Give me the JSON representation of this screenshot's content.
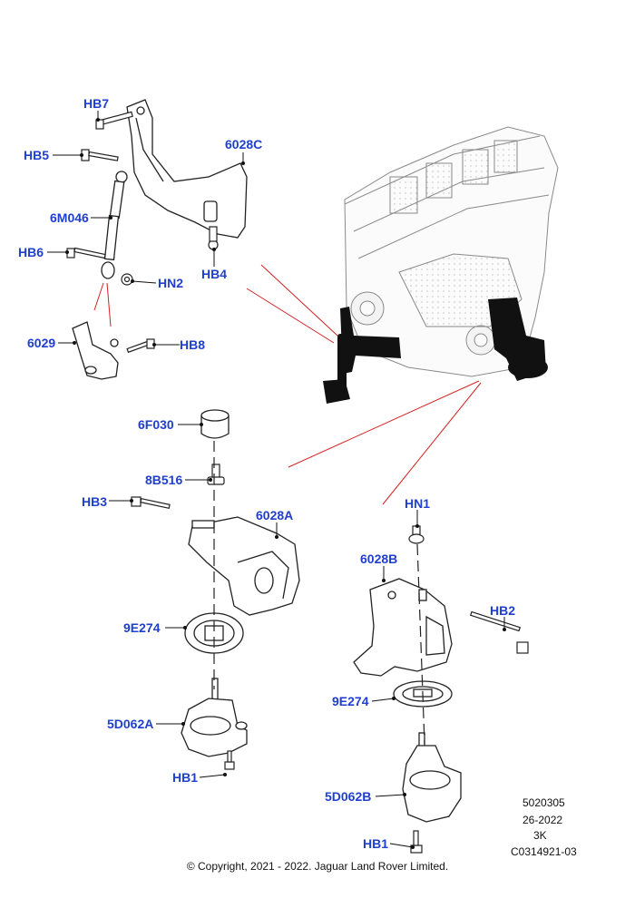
{
  "callouts": {
    "hb7": "HB7",
    "hb5": "HB5",
    "c6028c": "6028C",
    "c6m046": "6M046",
    "hb6": "HB6",
    "hb4": "HB4",
    "hn2": "HN2",
    "c6029": "6029",
    "hb8": "HB8",
    "c6f030": "6F030",
    "c8b516": "8B516",
    "hb3": "HB3",
    "c6028a": "6028A",
    "c9e274_left": "9E274",
    "c5d062a": "5D062A",
    "hb1_left": "HB1",
    "hn1": "HN1",
    "c6028b": "6028B",
    "hb2": "HB2",
    "c9e274_right": "9E274",
    "c5d062b": "5D062B",
    "hb1_right": "HB1"
  },
  "reference": {
    "line1": "5020305",
    "line2": "26-2022",
    "line3": "3K",
    "line4": "C0314921-03"
  },
  "copyright": "© Copyright, 2021 - 2022. Jaguar Land Rover Limited.",
  "colors": {
    "callout": "#1f3fcf",
    "leader": "#111111",
    "guide": "#d42020",
    "outline": "#222222",
    "engine": "#9a9a9a"
  }
}
